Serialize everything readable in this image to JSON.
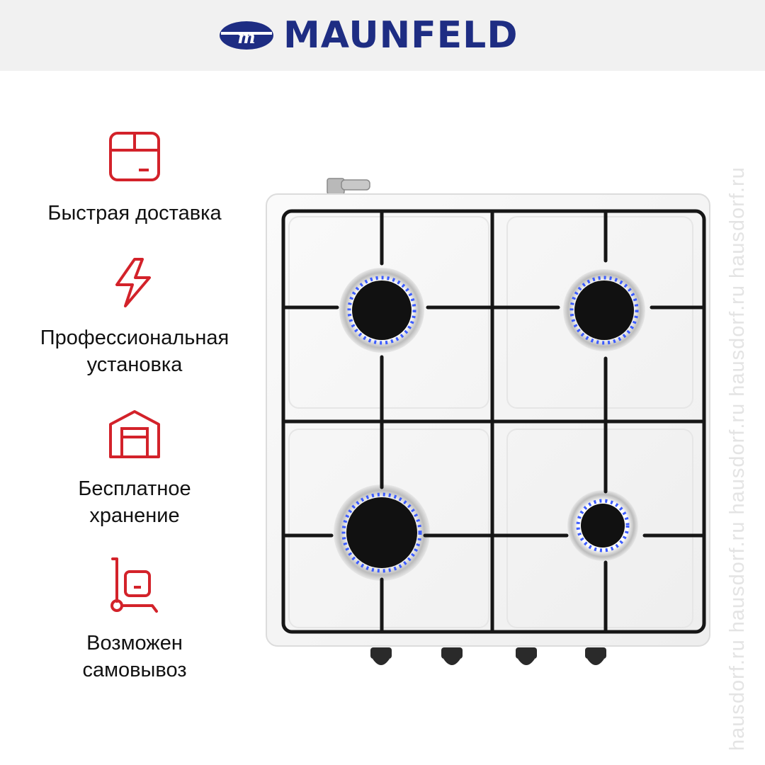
{
  "header": {
    "brand_name": "MAUNFELD",
    "logo_icon": "maunfeld-oval-logo"
  },
  "benefits": [
    {
      "icon": "box-icon",
      "label_lines": [
        "Быстрая доставка"
      ]
    },
    {
      "icon": "lightning-icon",
      "label_lines": [
        "Профессиональная",
        "установка"
      ]
    },
    {
      "icon": "warehouse-icon",
      "label_lines": [
        "Бесплатное",
        "хранение"
      ]
    },
    {
      "icon": "hand-truck-icon",
      "label_lines": [
        "Возможен",
        "самовывоз"
      ]
    }
  ],
  "product": {
    "type": "gas-hob-white-4-burners",
    "burner_count": 4,
    "knob_count": 4
  },
  "watermark": {
    "text": "hausdorf.ru   hausdorf.ru   hausdorf.ru   hausdorf.ru   hausdorf.ru"
  },
  "colors": {
    "brand_blue": "#1e2d83",
    "accent_red": "#d3222a",
    "header_bg": "#f1f1f1",
    "flame_blue": "#3c5cff"
  }
}
